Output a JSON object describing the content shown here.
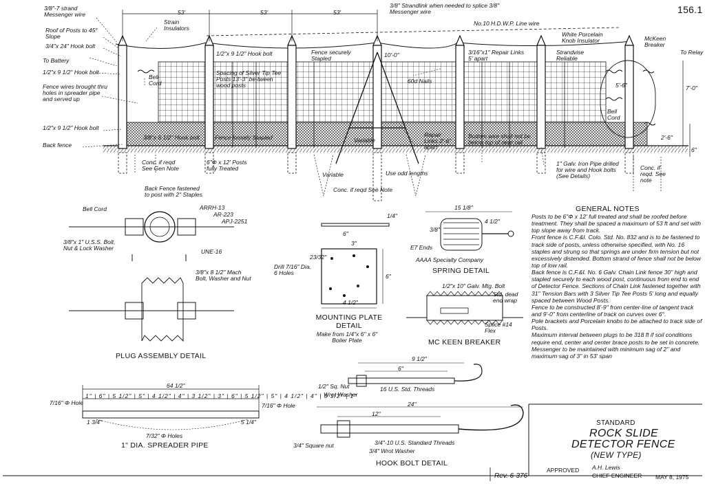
{
  "sheet": {
    "number": "156.1"
  },
  "fence_elevation": {
    "labels": {
      "messenger": "3/8\"-7 strand Messenger wire",
      "roof": "Roof of Posts to 45° Slope",
      "hook_top": "3/4\"x 24\" Hook bolt",
      "battery": "To Battery",
      "hook_left": "1/2\"x 9 1/2\" Hook bolt",
      "fence_wires": "Fence wires brought thru holes in spreader pipe and served up",
      "hook_lower": "1/2\"x 9 1/2\" Hook bolt",
      "back_fence": "Back fence",
      "dim1": "53'",
      "dim2": "53'",
      "dim3": "53'",
      "strain": "Strain Insulators",
      "hook_mid": "1/2\"x 9 1/2\" Hook bolt",
      "bell_cord": "Bell Cord",
      "spacing": "Spacing of Silver Tip Tee Posts 13'-3\" be-tween wood posts",
      "hook_858": "3/8\"x 8 1/2\" Hook bolt",
      "fence_loose": "Fence loosely Stapled",
      "conc_req": "Conc. if reqd See Gen Note",
      "posts": "6\"Φ x 12' Posts fully Treated",
      "back_fastened": "Back Fence fastened to post with 2\" Staples",
      "strandlink": "3/8\" Strandlink when needed to splice 3/8\" Messenger wire",
      "fence_secure": "Fence securely Stapled",
      "dim_10": "10'-0\"",
      "sixty_nails": "60d Nails",
      "variable": "Variable",
      "variable2": "Variable",
      "repair": "Repair Links 2'-6\" apart",
      "use_odd": "Use odd lengths",
      "conc_note": "Conc. if reqd See Note",
      "no10": "No.10 H.D.W.P. Line wire",
      "repair_links": "3/16\"x1\" Repair Links 5' apart",
      "bottom_wire": "Bottom wire shall not be below top of near rail",
      "white_porc": "White Porcelain Knob Insulator",
      "strandvise": "Strandvise Reliable",
      "mckeen": "McKeen Breaker",
      "to_relay": "To Relay",
      "bell_cord2": "Bell Cord",
      "dim_55": "5'-6\"",
      "dim_70": "7'-0\"",
      "dim_26": "2'-6\"",
      "dim_6": "6\"",
      "galv_pipe": "1\" Galv. Iron Pipe drilled for wire and Hook bolts (See Details)",
      "conc_see": "Conc. if reqd. See note"
    }
  },
  "plug_assembly": {
    "caption": "PLUG ASSEMBLY DETAIL",
    "labels": {
      "bell_cord": "Bell Cord",
      "arrh": "ARRH-13",
      "ar223": "AR-223",
      "apj": "APJ-2251",
      "uss_bolt": "3/8\"x 1\" U.S.S. Bolt, Nut & Lock Washer",
      "une": "UNE-16",
      "mach_bolt": "3/8\"x 8 1/2\" Mach Bolt, Washer and Nut"
    }
  },
  "spreader_pipe": {
    "caption": "1\" DIA. SPREADER PIPE",
    "labels": {
      "overall": "64 1/2\"",
      "hole_left": "7/16\" Φ Hole",
      "hole_right": "7/16\" Φ Hole",
      "holes": "7/32\" Φ Holes",
      "end_l": "1 3/4\"",
      "end_r": "5 1/4\""
    },
    "spacings": [
      "1\"",
      "6\"",
      "5 1/2\"",
      "5\"",
      "4 1/2\"",
      "4\"",
      "3 1/2\"",
      "3\"",
      "6\"",
      "5 1/2\"",
      "5\"",
      "4 1/2\"",
      "4\"",
      "3 1/2\"",
      "1\""
    ]
  },
  "mounting_plate": {
    "caption": "MOUNTING PLATE DETAIL",
    "subcaption": "Make from 1/4\"x 6\" x 6\" Boiler Plate",
    "labels": {
      "drill": "Drill 7/16\" Dia. 6 Holes",
      "dim6": "6\"",
      "dim3": "3\"",
      "dim_x": "4 1/2\"",
      "dim_y": "6\"",
      "dim_side": "23/32\"",
      "dim_top": "1/4\""
    }
  },
  "spring": {
    "caption": "SPRING DETAIL",
    "labels": {
      "len": "15 1/8\"",
      "ends": "E7 Ends",
      "company": "AAAA Specialty Company",
      "dim_a": "3/8\"",
      "dim_b": "4 1/2\""
    }
  },
  "mckeen_breaker": {
    "caption": "MC KEEN BREAKER",
    "labels": {
      "bolt": "1/2\"x 10\" Galv. Mtg. Bolt",
      "dead_end": "Std. dead end wrap",
      "splice": "Splice #14 Flex"
    }
  },
  "hook_bolt": {
    "caption": "HOOK BOLT DETAIL",
    "labels": {
      "top_len": "9 1/2\"",
      "top_thread": "6\"",
      "sq_nut": "1/2\" Sq. Nut",
      "washer": "Wrot Washer",
      "threads16": "16 U.S. Std. Threads",
      "bottom_len": "24\"",
      "thread12": "12\"",
      "sq_nut2": "3/4\" Square nut",
      "threads10": "3/4\"-10 U.S. Standard Threads",
      "washer2": "3/4\" Wrot Washer"
    }
  },
  "general_notes": {
    "heading": "GENERAL NOTES",
    "paragraphs": [
      "Posts to be 6\"Φ x 12' full treated and shall be roofed before treatment. They shall be spaced a maximum of 53 ft and set with top slope away from track.",
      "Front fence is C.F.&I. Colo. Std. No. 832 and is to be fastened to track side of posts, unless otherwise specified, with No. 16 staples and strung so that springs are under firm tension but not excessively distended. Bottom strand of fence shall not be below top of low rail.",
      "Back fence is C.F.&I. No. 6 Galv. Chain Link fence 30\" high and stapled securely to each wood post, continuous from end to end of Detector Fence. Sections of Chain Link fastened together with 31\" Tension Bars with 3 Silver Tip Tee Posts 5' long and equally spaced between Wood Posts.",
      "Fence to be constructed 8'-9\" from center-line of tangent track and 9'-0\" from centerline of track on curves over 6°.",
      "Pole brackets and Porcelain knobs to be attached to track side of Posts.",
      "Maximum interval between plugs to be 318 ft if soil conditions require end, center and center brace posts to be set in concrete.",
      "Messenger to be maintained with minimum sag of 2\" and maximum sag of 3\" in 53' span"
    ]
  },
  "title_block": {
    "line1": "STANDARD",
    "line2": "ROCK SLIDE",
    "line3": "DETECTOR FENCE",
    "line4": "(NEW TYPE)",
    "approved_label": "APPROVED",
    "approved_sig": "A.H. Lewis",
    "chief": "CHIEF ENGINEER",
    "date": "MAY 8, 1975",
    "rev": "Rev. 6-376"
  }
}
